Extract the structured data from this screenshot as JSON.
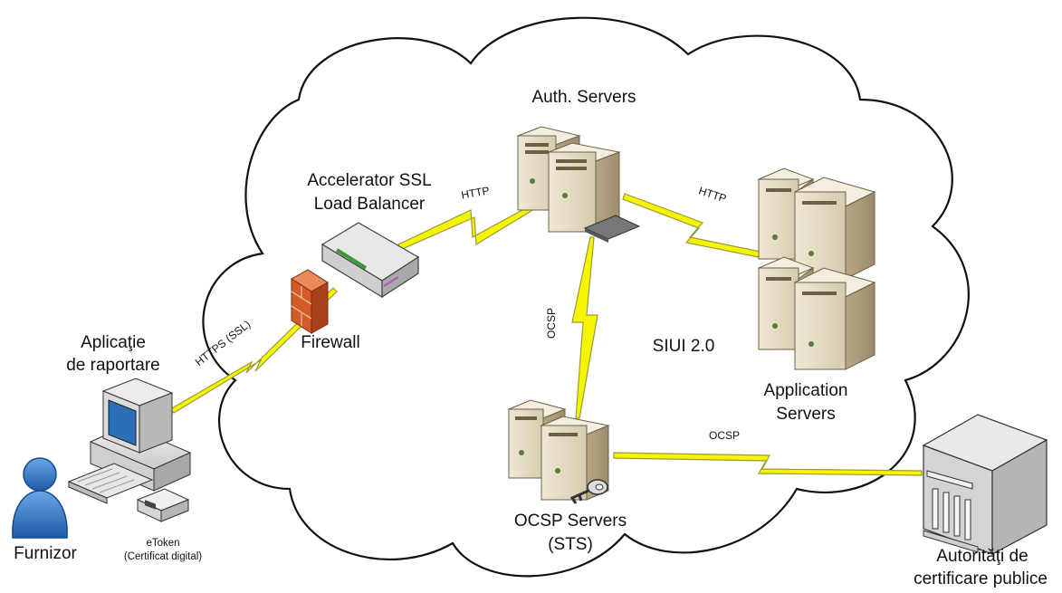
{
  "nodes": {
    "auth_servers": "Auth. Servers",
    "accelerator_line1": "Accelerator SSL",
    "accelerator_line2": "Load Balancer",
    "firewall": "Firewall",
    "aplicatie_line1": "Aplicaţie",
    "aplicatie_line2": "de raportare",
    "furnizor": "Furnizor",
    "etoken_line1": "eToken",
    "etoken_line2": "(Certificat digital)",
    "siui": "SIUI 2.0",
    "app_servers_line1": "Application",
    "app_servers_line2": "Servers",
    "ocsp_servers_line1": "OCSP Servers",
    "ocsp_servers_line2": "(STS)",
    "autoritati_line1": "Autorităţi de",
    "autoritati_line2": "certificare publice"
  },
  "links": {
    "https_ssl": "HTTPS (SSL)",
    "http_balancer_auth": "HTTP",
    "http_auth_app": "HTTP",
    "ocsp_auth_ocsp": "OCSP",
    "ocsp_ocsp_ca": "OCSP"
  },
  "colors": {
    "link_fill": "#f5f500",
    "link_stroke": "#9a9a3a",
    "server_body": "#e2d9c2",
    "server_side": "#b8a98a",
    "firewall": "#d45a28",
    "user": "#2e6fc0"
  }
}
